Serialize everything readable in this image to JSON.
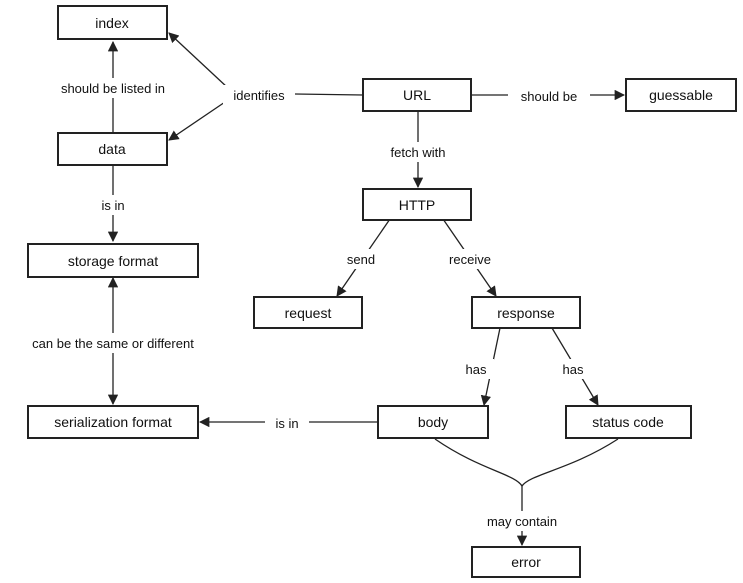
{
  "nodes": {
    "index": "index",
    "data": "data",
    "storage_format": "storage format",
    "serialization_format": "serialization format",
    "url": "URL",
    "guessable": "guessable",
    "http": "HTTP",
    "request": "request",
    "response": "response",
    "body": "body",
    "status_code": "status code",
    "error": "error"
  },
  "edges": {
    "should_be_listed_in": "should be listed in",
    "identifies": "identifies",
    "should_be": "should be",
    "fetch_with": "fetch with",
    "is_in_data": "is in",
    "send": "send",
    "receive": "receive",
    "can_be_same_or_different": "can be the same or different",
    "has_body": "has",
    "has_status": "has",
    "is_in_body": "is in",
    "may_contain": "may contain"
  },
  "colors": {
    "stroke": "#222222",
    "text": "#111111",
    "background": "#ffffff"
  }
}
